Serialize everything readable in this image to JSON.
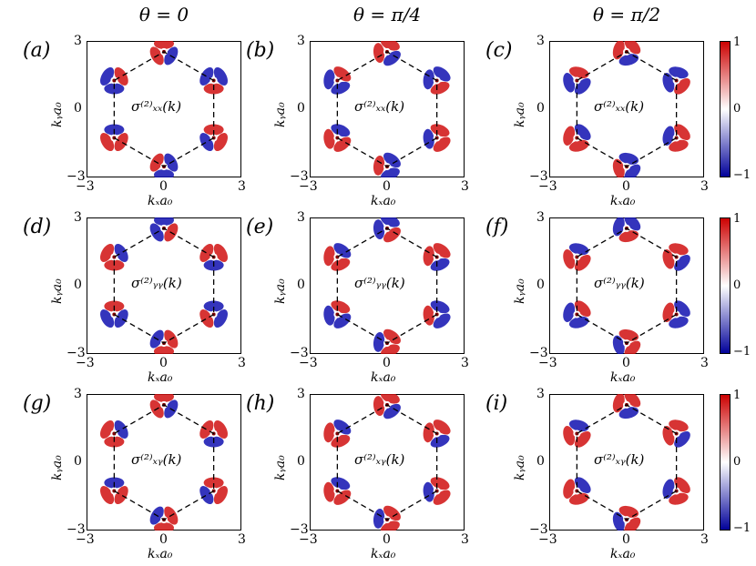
{
  "figure": {
    "columns": [
      {
        "title": "θ = 0"
      },
      {
        "title": "θ = π/4"
      },
      {
        "title": "θ = π/2"
      }
    ],
    "panels": [
      {
        "letter": "(a)",
        "label": "σ⁽²⁾ₓₓ(k)",
        "component": "xx",
        "rotation_deg": 0
      },
      {
        "letter": "(b)",
        "label": "σ⁽²⁾ₓₓ(k)",
        "component": "xx",
        "rotation_deg": 45
      },
      {
        "letter": "(c)",
        "label": "σ⁽²⁾ₓₓ(k)",
        "component": "xx",
        "rotation_deg": 90
      },
      {
        "letter": "(d)",
        "label": "σ⁽²⁾ᵧᵧ(k)",
        "component": "yy",
        "rotation_deg": 0
      },
      {
        "letter": "(e)",
        "label": "σ⁽²⁾ᵧᵧ(k)",
        "component": "yy",
        "rotation_deg": 45
      },
      {
        "letter": "(f)",
        "label": "σ⁽²⁾ᵧᵧ(k)",
        "component": "yy",
        "rotation_deg": 90
      },
      {
        "letter": "(g)",
        "label": "σ⁽²⁾ₓᵧ(k)",
        "component": "xy",
        "rotation_deg": 0
      },
      {
        "letter": "(h)",
        "label": "σ⁽²⁾ₓᵧ(k)",
        "component": "xy",
        "rotation_deg": 45
      },
      {
        "letter": "(i)",
        "label": "σ⁽²⁾ₓᵧ(k)",
        "component": "xy",
        "rotation_deg": 90
      }
    ],
    "axes": {
      "xlabel": "kₓa₀",
      "ylabel": "kᵧa₀",
      "xlim": [
        -3,
        3
      ],
      "ylim": [
        -3,
        3
      ],
      "xticks": [
        "−3",
        "0",
        "3"
      ],
      "yticks": [
        "3",
        "0",
        "−3"
      ]
    },
    "colorbar": {
      "ticks": [
        "1",
        "0",
        "−1"
      ],
      "range": [
        -1,
        1
      ],
      "colors": {
        "max": "#cc0000",
        "mid": "#ffffff",
        "min": "#000099"
      }
    },
    "hexagon": {
      "vertex_radius": 2.42
    },
    "colors": {
      "red": "#d01010",
      "blue": "#1010b0",
      "dash": "#000000"
    }
  }
}
